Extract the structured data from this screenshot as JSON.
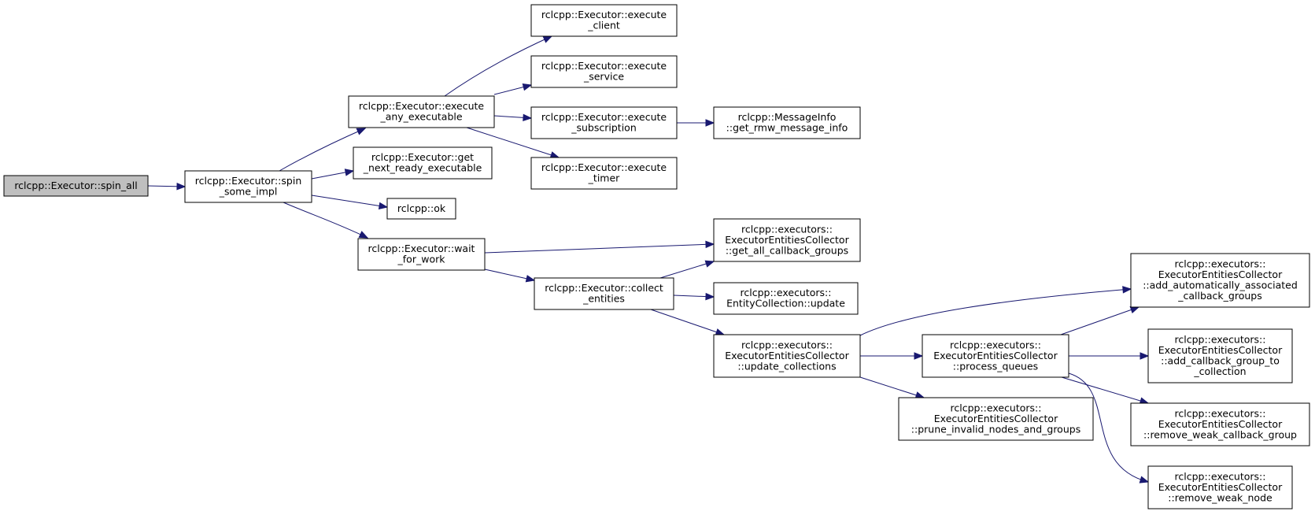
{
  "colors": {
    "edge": "#191970",
    "root_fill": "#bfbfbf",
    "node_fill": "#ffffff",
    "node_border": "#000000"
  },
  "nodes": [
    {
      "id": "spin_all",
      "lines": [
        "rclcpp::Executor::spin_all"
      ],
      "root": true
    },
    {
      "id": "spin_some_impl",
      "lines": [
        "rclcpp::Executor::spin",
        "_some_impl"
      ]
    },
    {
      "id": "execute_any_executable",
      "lines": [
        "rclcpp::Executor::execute",
        "_any_executable"
      ]
    },
    {
      "id": "get_next_ready_executable",
      "lines": [
        "rclcpp::Executor::get",
        "_next_ready_executable"
      ]
    },
    {
      "id": "ok",
      "lines": [
        "rclcpp::ok"
      ]
    },
    {
      "id": "wait_for_work",
      "lines": [
        "rclcpp::Executor::wait",
        "_for_work"
      ]
    },
    {
      "id": "execute_client",
      "lines": [
        "rclcpp::Executor::execute",
        "_client"
      ]
    },
    {
      "id": "execute_service",
      "lines": [
        "rclcpp::Executor::execute",
        "_service"
      ]
    },
    {
      "id": "execute_subscription",
      "lines": [
        "rclcpp::Executor::execute",
        "_subscription"
      ]
    },
    {
      "id": "execute_timer",
      "lines": [
        "rclcpp::Executor::execute",
        "_timer"
      ]
    },
    {
      "id": "get_rmw_message_info",
      "lines": [
        "rclcpp::MessageInfo",
        "::get_rmw_message_info"
      ]
    },
    {
      "id": "get_all_callback_groups",
      "lines": [
        "rclcpp::executors::",
        "ExecutorEntitiesCollector",
        "::get_all_callback_groups"
      ]
    },
    {
      "id": "collect_entities",
      "lines": [
        "rclcpp::Executor::collect",
        "_entities"
      ]
    },
    {
      "id": "entity_update",
      "lines": [
        "rclcpp::executors::",
        "EntityCollection::update"
      ]
    },
    {
      "id": "update_collections",
      "lines": [
        "rclcpp::executors::",
        "ExecutorEntitiesCollector",
        "::update_collections"
      ]
    },
    {
      "id": "process_queues",
      "lines": [
        "rclcpp::executors::",
        "ExecutorEntitiesCollector",
        "::process_queues"
      ]
    },
    {
      "id": "prune_invalid",
      "lines": [
        "rclcpp::executors::",
        "ExecutorEntitiesCollector",
        "::prune_invalid_nodes_and_groups"
      ]
    },
    {
      "id": "add_auto",
      "lines": [
        "rclcpp::executors::",
        "ExecutorEntitiesCollector",
        "::add_automatically_associated",
        "_callback_groups"
      ]
    },
    {
      "id": "add_cb_group",
      "lines": [
        "rclcpp::executors::",
        "ExecutorEntitiesCollector",
        "::add_callback_group_to",
        "_collection"
      ]
    },
    {
      "id": "remove_weak_cb",
      "lines": [
        "rclcpp::executors::",
        "ExecutorEntitiesCollector",
        "::remove_weak_callback_group"
      ]
    },
    {
      "id": "remove_weak_node",
      "lines": [
        "rclcpp::executors::",
        "ExecutorEntitiesCollector",
        "::remove_weak_node"
      ]
    }
  ],
  "edges": [
    {
      "from": "spin_all",
      "to": "spin_some_impl"
    },
    {
      "from": "spin_some_impl",
      "to": "execute_any_executable"
    },
    {
      "from": "spin_some_impl",
      "to": "get_next_ready_executable"
    },
    {
      "from": "spin_some_impl",
      "to": "ok"
    },
    {
      "from": "spin_some_impl",
      "to": "wait_for_work"
    },
    {
      "from": "execute_any_executable",
      "to": "execute_client"
    },
    {
      "from": "execute_any_executable",
      "to": "execute_service"
    },
    {
      "from": "execute_any_executable",
      "to": "execute_subscription"
    },
    {
      "from": "execute_any_executable",
      "to": "execute_timer"
    },
    {
      "from": "execute_subscription",
      "to": "get_rmw_message_info"
    },
    {
      "from": "wait_for_work",
      "to": "get_all_callback_groups"
    },
    {
      "from": "wait_for_work",
      "to": "collect_entities"
    },
    {
      "from": "collect_entities",
      "to": "get_all_callback_groups"
    },
    {
      "from": "collect_entities",
      "to": "entity_update"
    },
    {
      "from": "collect_entities",
      "to": "update_collections"
    },
    {
      "from": "update_collections",
      "to": "add_auto"
    },
    {
      "from": "update_collections",
      "to": "process_queues"
    },
    {
      "from": "update_collections",
      "to": "prune_invalid"
    },
    {
      "from": "process_queues",
      "to": "add_auto"
    },
    {
      "from": "process_queues",
      "to": "add_cb_group"
    },
    {
      "from": "process_queues",
      "to": "remove_weak_cb"
    },
    {
      "from": "process_queues",
      "to": "remove_weak_node"
    }
  ]
}
